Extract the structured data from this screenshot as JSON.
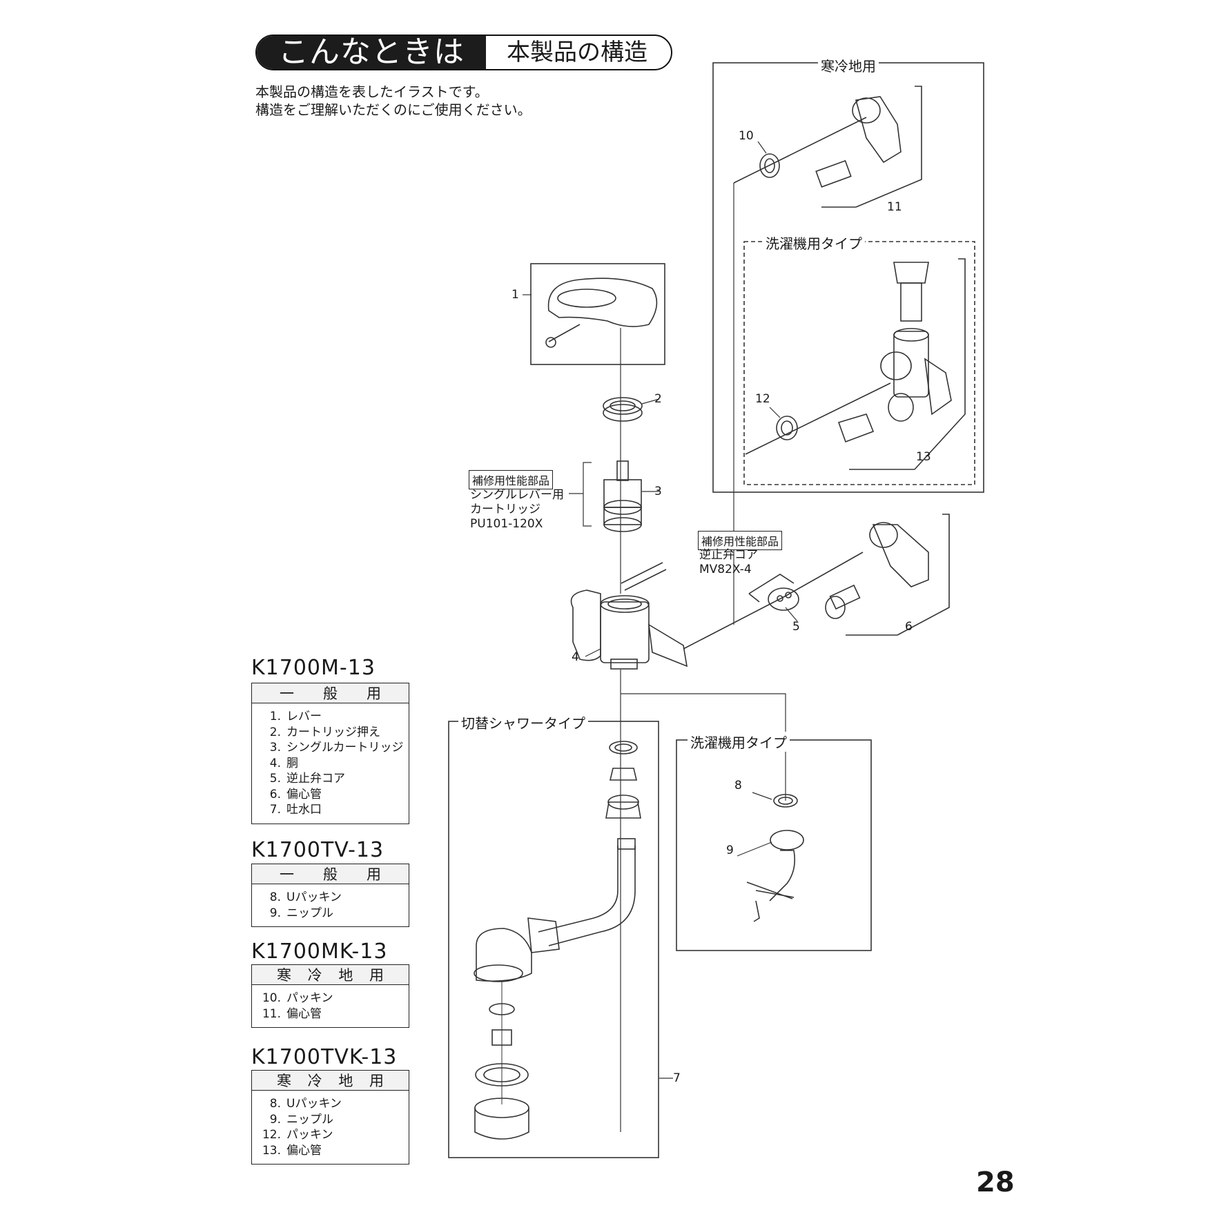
{
  "header": {
    "title_dark": "こんなときは",
    "title_light": "本製品の構造"
  },
  "intro": {
    "line1": "本製品の構造を表したイラストです。",
    "line2": "構造をご理解いただくのにご使用ください。"
  },
  "models": [
    {
      "name": "K1700M-13",
      "heading": [
        "一",
        "般",
        "用"
      ],
      "items": [
        {
          "no": "1.",
          "name": "レバー"
        },
        {
          "no": "2.",
          "name": "カートリッジ押え"
        },
        {
          "no": "3.",
          "name": "シングルカートリッジ"
        },
        {
          "no": "4.",
          "name": "胴"
        },
        {
          "no": "5.",
          "name": "逆止弁コア"
        },
        {
          "no": "6.",
          "name": "偏心管"
        },
        {
          "no": "7.",
          "name": "吐水口"
        }
      ]
    },
    {
      "name": "K1700TV-13",
      "heading": [
        "一",
        "般",
        "用"
      ],
      "items": [
        {
          "no": "8.",
          "name": "Uパッキン"
        },
        {
          "no": "9.",
          "name": "ニップル"
        }
      ]
    },
    {
      "name": "K1700MK-13",
      "heading": [
        "寒",
        "冷",
        "地",
        "用"
      ],
      "items": [
        {
          "no": "10.",
          "name": "パッキン"
        },
        {
          "no": "11.",
          "name": "偏心管"
        }
      ]
    },
    {
      "name": "K1700TVK-13",
      "heading": [
        "寒",
        "冷",
        "地",
        "用"
      ],
      "items": [
        {
          "no": "8.",
          "name": "Uパッキン"
        },
        {
          "no": "9.",
          "name": "ニップル"
        },
        {
          "no": "12.",
          "name": "パッキン"
        },
        {
          "no": "13.",
          "name": "偏心管"
        }
      ]
    }
  ],
  "diagram": {
    "sections": {
      "cold": "寒冷地用",
      "washer_top": "洗濯機用タイプ",
      "shower": "切替シャワータイプ",
      "washer_bottom": "洗濯機用タイプ"
    },
    "cartridge": {
      "badge": "補修用性能部品",
      "line1": "シングルレバー用",
      "line2": "カートリッジ",
      "line3": "PU101-120X"
    },
    "check_valve": {
      "badge": "補修用性能部品",
      "line1": "逆止弁コア",
      "line2": "MV82X-4"
    },
    "labels": [
      "1",
      "2",
      "3",
      "4",
      "5",
      "6",
      "7",
      "8",
      "9",
      "10",
      "11",
      "12",
      "13"
    ]
  },
  "page_number": "28"
}
